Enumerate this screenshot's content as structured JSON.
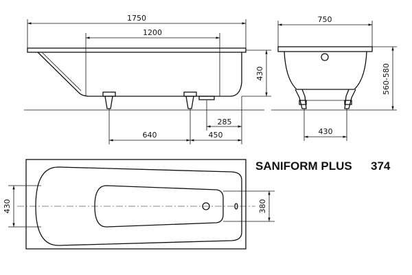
{
  "title": {
    "product": "SANIFORM PLUS",
    "model": "374"
  },
  "side_view": {
    "overall_length": "1750",
    "bottom_length": "1200",
    "depth": "430",
    "feet_offset": "640",
    "feet_spacing": "450",
    "drain_offset": "285"
  },
  "end_view": {
    "width": "750",
    "height_range": "560-580",
    "feet_width": "430"
  },
  "top_view": {
    "inner_width": "430",
    "bottom_width": "380"
  },
  "colors": {
    "line": "#111111",
    "background": "#ffffff"
  }
}
